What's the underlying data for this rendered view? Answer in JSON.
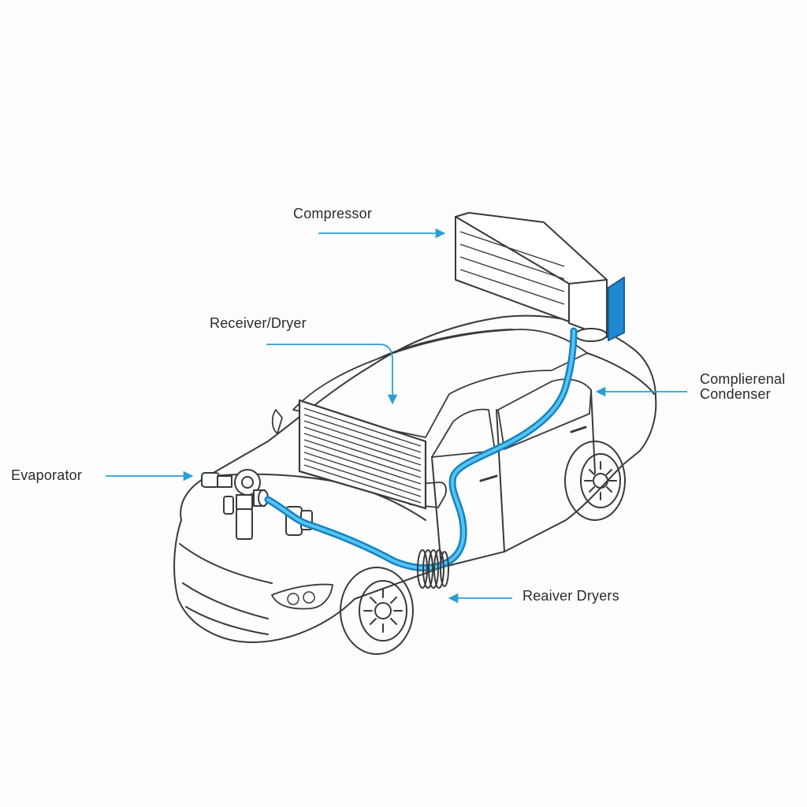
{
  "labels": {
    "compressor": "Compressor",
    "receiver_dryer": "Receiver/Dryer",
    "condenser_line1": "Complierenal",
    "condenser_line2": "Condenser",
    "evaporator": "Evaporator",
    "reaiver_dryers": "Reaiver Dryers"
  },
  "colors": {
    "hose": "#2aa6e0",
    "hose_dark": "#1583c2",
    "arrow": "#2a9fd6",
    "line_art": "#3a3a3a",
    "background": "#fdfdfd"
  }
}
